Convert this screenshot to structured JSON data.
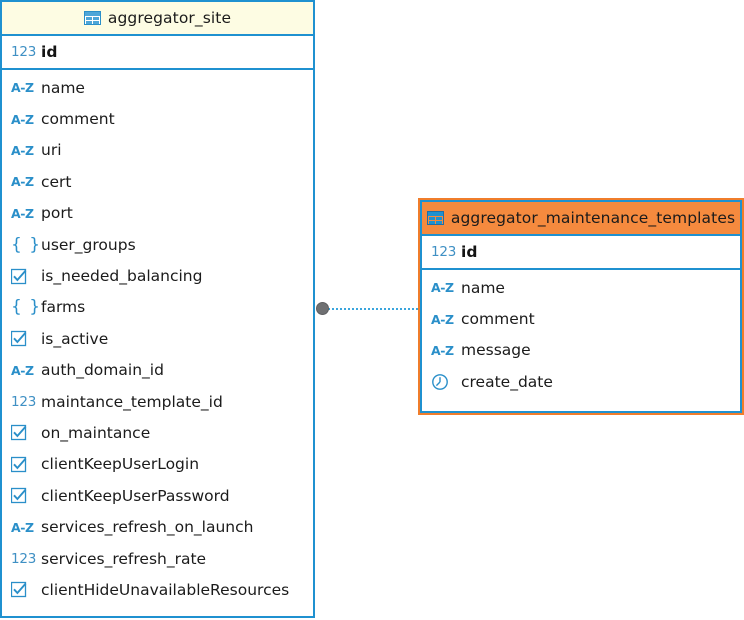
{
  "diagram": {
    "kind": "er-diagram",
    "colors": {
      "border_blue": "#1f91d0",
      "selected_orange": "#f07d2b",
      "header_yellow": "#fdfce3",
      "header_orange": "#f58a3e",
      "icon_blue": "#2a8fc9",
      "relation_line": "#3aa5dd",
      "relation_dot": "#6f7072",
      "text": "#1b1b1b",
      "background": "#ffffff"
    },
    "relationship": {
      "from_table": "aggregator_site",
      "from_column": "maintance_template_id",
      "to_table": "aggregator_maintenance_templates",
      "to_column": "id",
      "line_style": "dotted",
      "endpoint_marker": "filled-circle"
    }
  },
  "tables": [
    {
      "id": "aggregator_site",
      "title": "aggregator_site",
      "header_style": "yellow",
      "selected": false,
      "icon": "table-icon",
      "primary_key": {
        "name": "id",
        "type_icon": "number-icon",
        "type_label": "123"
      },
      "columns": [
        {
          "name": "name",
          "type_icon": "text-icon",
          "type_label": "A-Z"
        },
        {
          "name": "comment",
          "type_icon": "text-icon",
          "type_label": "A-Z"
        },
        {
          "name": "uri",
          "type_icon": "text-icon",
          "type_label": "A-Z"
        },
        {
          "name": "cert",
          "type_icon": "text-icon",
          "type_label": "A-Z"
        },
        {
          "name": "port",
          "type_icon": "text-icon",
          "type_label": "A-Z"
        },
        {
          "name": "user_groups",
          "type_icon": "object-icon",
          "type_label": "{ }"
        },
        {
          "name": "is_needed_balancing",
          "type_icon": "boolean-icon",
          "type_label": "checkbox"
        },
        {
          "name": "farms",
          "type_icon": "object-icon",
          "type_label": "{ }"
        },
        {
          "name": "is_active",
          "type_icon": "boolean-icon",
          "type_label": "checkbox"
        },
        {
          "name": "auth_domain_id",
          "type_icon": "text-icon",
          "type_label": "A-Z"
        },
        {
          "name": "maintance_template_id",
          "type_icon": "number-icon",
          "type_label": "123"
        },
        {
          "name": "on_maintance",
          "type_icon": "boolean-icon",
          "type_label": "checkbox"
        },
        {
          "name": "clientKeepUserLogin",
          "type_icon": "boolean-icon",
          "type_label": "checkbox"
        },
        {
          "name": "clientKeepUserPassword",
          "type_icon": "boolean-icon",
          "type_label": "checkbox"
        },
        {
          "name": "services_refresh_on_launch",
          "type_icon": "text-icon",
          "type_label": "A-Z"
        },
        {
          "name": "services_refresh_rate",
          "type_icon": "number-icon",
          "type_label": "123"
        },
        {
          "name": "clientHideUnavailableResources",
          "type_icon": "boolean-icon",
          "type_label": "checkbox"
        }
      ]
    },
    {
      "id": "aggregator_maintenance_templates",
      "title": "aggregator_maintenance_templates",
      "header_style": "orange",
      "selected": true,
      "icon": "table-icon",
      "primary_key": {
        "name": "id",
        "type_icon": "number-icon",
        "type_label": "123"
      },
      "columns": [
        {
          "name": "name",
          "type_icon": "text-icon",
          "type_label": "A-Z"
        },
        {
          "name": "comment",
          "type_icon": "text-icon",
          "type_label": "A-Z"
        },
        {
          "name": "message",
          "type_icon": "text-icon",
          "type_label": "A-Z"
        },
        {
          "name": "create_date",
          "type_icon": "datetime-icon",
          "type_label": "clock"
        }
      ]
    }
  ]
}
